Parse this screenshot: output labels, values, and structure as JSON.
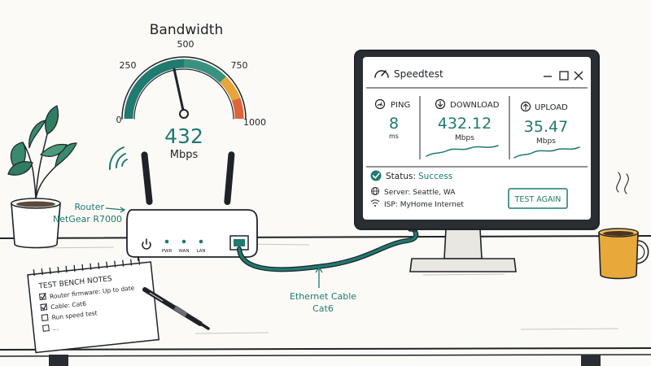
{
  "gauge": {
    "title": "Bandwidth",
    "ticks": [
      "0",
      "250",
      "500",
      "750",
      "1000"
    ],
    "value": 432,
    "max": 1000,
    "value_label": "432",
    "unit": "Mbps"
  },
  "router": {
    "label_line1": "Router",
    "label_line2": "NetGear R7000",
    "leds": [
      "PWR",
      "WAN",
      "LAN"
    ]
  },
  "cable": {
    "label_line1": "Ethernet Cable",
    "label_line2": "Cat6"
  },
  "speedtest": {
    "app_title": "Speedtest",
    "ping": {
      "label": "PING",
      "value": "8",
      "unit": "ms"
    },
    "download": {
      "label": "DOWNLOAD",
      "value": "432.12",
      "unit": "Mbps"
    },
    "upload": {
      "label": "UPLOAD",
      "value": "35.47",
      "unit": "Mbps"
    },
    "status_label": "Status:",
    "status_value": "Success",
    "server": "Server: Seattle, WA",
    "isp": "ISP: MyHome Internet",
    "button_label": "TEST AGAIN"
  },
  "notes": {
    "title": "TEST BENCH NOTES",
    "items": [
      {
        "text": "Router firmware: Up to date",
        "checked": true
      },
      {
        "text": "Cable: Cat6",
        "checked": true
      },
      {
        "text": "Run speed test",
        "checked": false
      },
      {
        "text": "...",
        "checked": false
      }
    ]
  },
  "colors": {
    "accent": "#1f7a6f",
    "ink": "#1f2328",
    "gauge_warm": "#e6a63a",
    "gauge_hot": "#e0643a",
    "mug": "#e8a83a"
  }
}
